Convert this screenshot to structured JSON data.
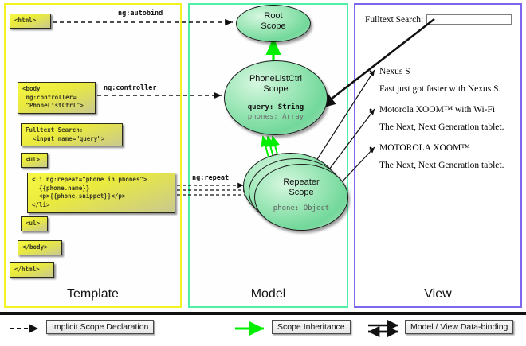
{
  "diagram": {
    "title": "AngularJS Template / Model / View scope diagram",
    "columns": [
      {
        "key": "template",
        "label": "Template",
        "border_color": "#f3f31f"
      },
      {
        "key": "model",
        "label": "Model",
        "border_color": "#4ff0a5"
      },
      {
        "key": "view",
        "label": "View",
        "border_color": "#7b68ee"
      }
    ]
  },
  "template": {
    "boxes": [
      {
        "name": "html-open",
        "text": "<html>"
      },
      {
        "name": "body-open",
        "text": "<body\n ng:controller=\n \"PhoneListCtrl\">"
      },
      {
        "name": "search",
        "text": "Fulltext Search:\n  <input name=\"query\">"
      },
      {
        "name": "ul-open",
        "text": "<ul>"
      },
      {
        "name": "li-repeat",
        "text": "<li ng:repeat=\"phone in phones\">\n  {{phone.name}}\n  <p>{{phone.snippet}}</p>\n</li>"
      },
      {
        "name": "ul-close",
        "text": "<ul>"
      },
      {
        "name": "body-close",
        "text": "</body>"
      },
      {
        "name": "html-close",
        "text": "</html>"
      }
    ]
  },
  "connectors": {
    "autobind": "ng:autobind",
    "controller": "ng:controller",
    "repeat": "ng:repeat"
  },
  "model": {
    "root_scope": {
      "line1": "Root",
      "line2": "Scope"
    },
    "ctrl_scope": {
      "line1": "PhoneListCtrl",
      "line2": "Scope",
      "var1": "query: String",
      "var2": "phones: Array"
    },
    "repeater_scope": {
      "line1": "Repeater",
      "line2": "Scope",
      "var1": "phone: Object",
      "stack_count": 3
    }
  },
  "view": {
    "search_label": "Fulltext Search:",
    "search_value": "",
    "search_placeholder": "",
    "phones": [
      {
        "name": "Nexus S",
        "snippet": "Fast just got faster with Nexus S."
      },
      {
        "name": "Motorola XOOM™  with Wi-Fi",
        "snippet": "The Next, Next Generation tablet."
      },
      {
        "name": "MOTOROLA XOOM™",
        "snippet": "The Next, Next Generation tablet."
      }
    ]
  },
  "legend": {
    "items": [
      {
        "name": "implicit-scope-declaration",
        "label": "Implicit Scope Declaration",
        "arrow": "dashed-black",
        "color": "#111111"
      },
      {
        "name": "scope-inheritance",
        "label": "Scope Inheritance",
        "arrow": "solid-green",
        "color": "#00ef00"
      },
      {
        "name": "model-view-data-binding",
        "label": "Model / View Data-binding",
        "arrow": "double-black",
        "color": "#111111"
      }
    ]
  }
}
